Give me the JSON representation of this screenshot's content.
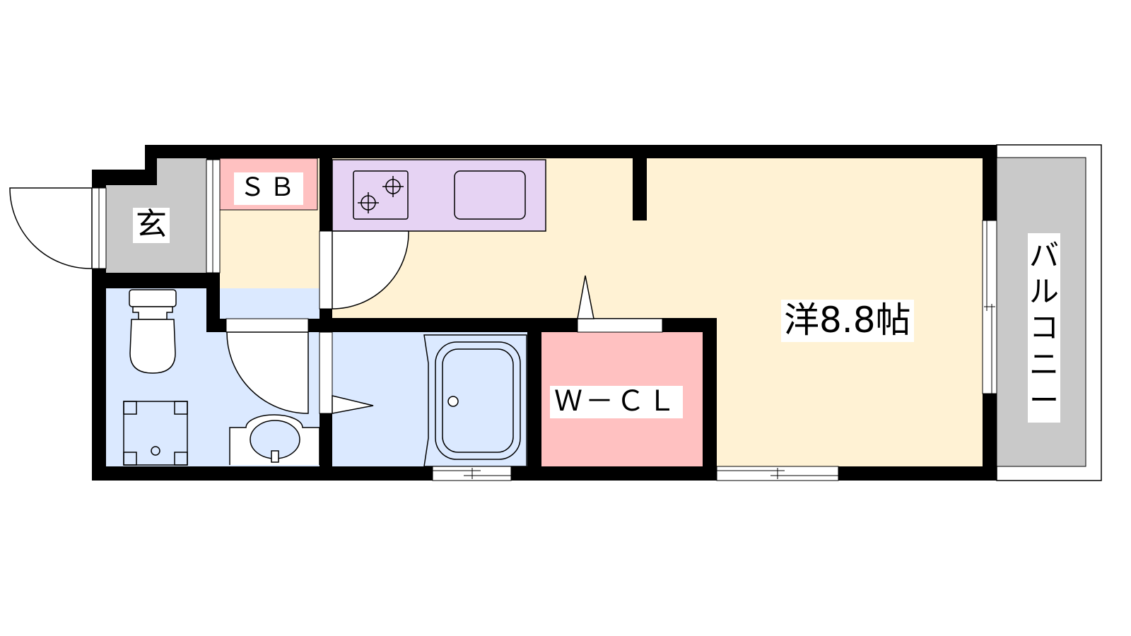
{
  "floor_plan": {
    "rooms": {
      "entrance": "玄",
      "shoe_box": "ＳＢ",
      "walk_in_closet": "Ｗ－ＣＬ",
      "western_room": "洋8.8帖",
      "balcony": [
        "バ",
        "ル",
        "コ",
        "ニ",
        "ー"
      ]
    },
    "colors": {
      "wall": "#000000",
      "corridor_kitchen": "#fff2d4",
      "entrance_balcony": "#c9c9c9",
      "water_area": "#dbe9ff",
      "closet_shoebox": "#ffc1c1",
      "kitchen_counter": "#e6d3f3"
    }
  }
}
